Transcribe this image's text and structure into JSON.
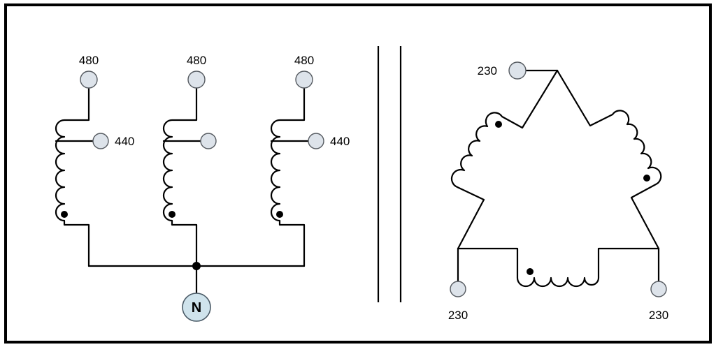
{
  "primary": {
    "winding_1": {
      "top_tap": "480",
      "mid_tap": "440"
    },
    "winding_2": {
      "top_tap": "480",
      "mid_tap": ""
    },
    "winding_3": {
      "top_tap": "480",
      "mid_tap": "440"
    },
    "neutral": "N"
  },
  "secondary": {
    "top_terminal": "230",
    "left_terminal": "230",
    "right_terminal": "230"
  },
  "colors": {
    "terminal_fill": "#dde3ea",
    "neutral_fill": "#cfe3ec",
    "line": "#000000"
  }
}
